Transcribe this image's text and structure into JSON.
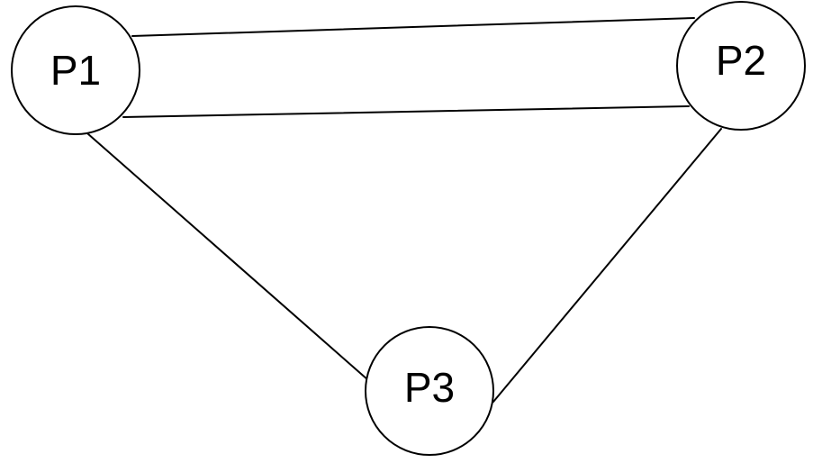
{
  "diagram": {
    "nodes": [
      {
        "id": "p1",
        "label": "P1"
      },
      {
        "id": "p2",
        "label": "P2"
      },
      {
        "id": "p3",
        "label": "P3"
      }
    ],
    "edges": [
      {
        "from": "p1",
        "to": "p2"
      },
      {
        "from": "p1",
        "to": "p2"
      },
      {
        "from": "p1",
        "to": "p3"
      },
      {
        "from": "p2",
        "to": "p3"
      }
    ],
    "colors": {
      "stroke": "#000000",
      "fill": "#ffffff",
      "background": "#ffffff"
    }
  }
}
